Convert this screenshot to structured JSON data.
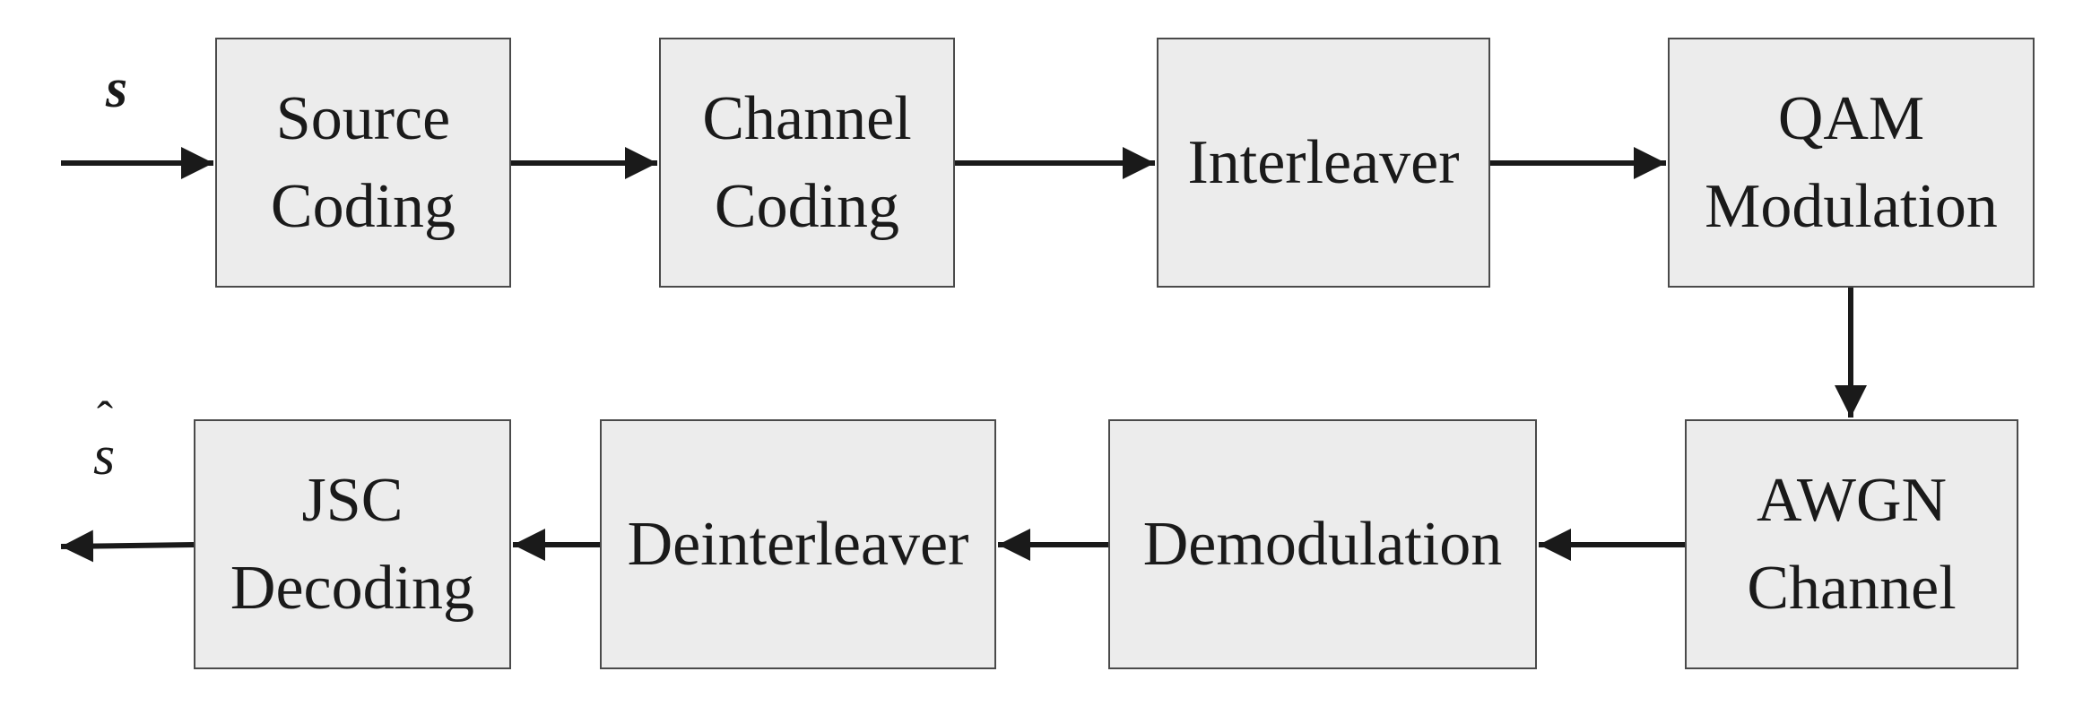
{
  "input_symbol": "s",
  "output_symbol": "s",
  "output_accent": "ˆ",
  "blocks": {
    "source_coding": [
      "Source",
      "Coding"
    ],
    "channel_coding": [
      "Channel",
      "Coding"
    ],
    "interleaver": [
      "Interleaver"
    ],
    "qam_modulation": [
      "QAM",
      "Modulation"
    ],
    "awgn_channel": [
      "AWGN",
      "Channel"
    ],
    "demodulation": [
      "Demodulation"
    ],
    "deinterleaver": [
      "Deinterleaver"
    ],
    "jsc_decoding": [
      "JSC",
      "Decoding"
    ]
  },
  "colors": {
    "block_fill": "#ececec",
    "line": "#1a1a1a",
    "border": "#4a4a4a"
  }
}
